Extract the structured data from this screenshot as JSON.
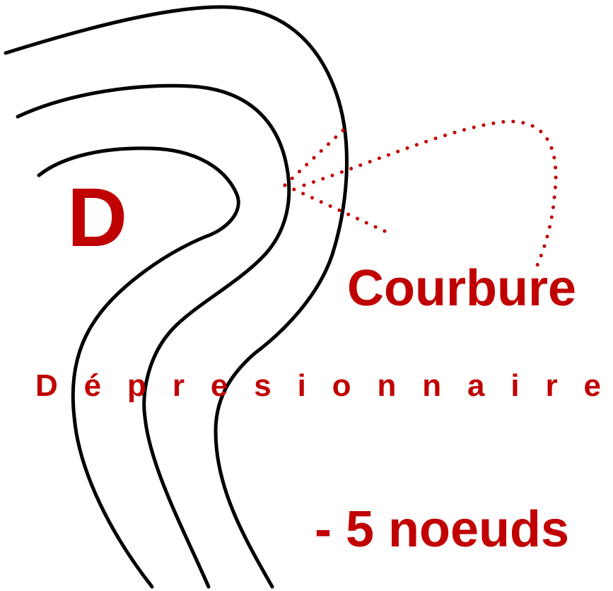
{
  "colors": {
    "isobar": "#000000",
    "accent": "#c00000",
    "background": "#ffffff"
  },
  "labels": {
    "center": "D",
    "curvature": "Courbure",
    "type": "Dépresionnaire",
    "wind_change": "- 5 noeuds"
  }
}
